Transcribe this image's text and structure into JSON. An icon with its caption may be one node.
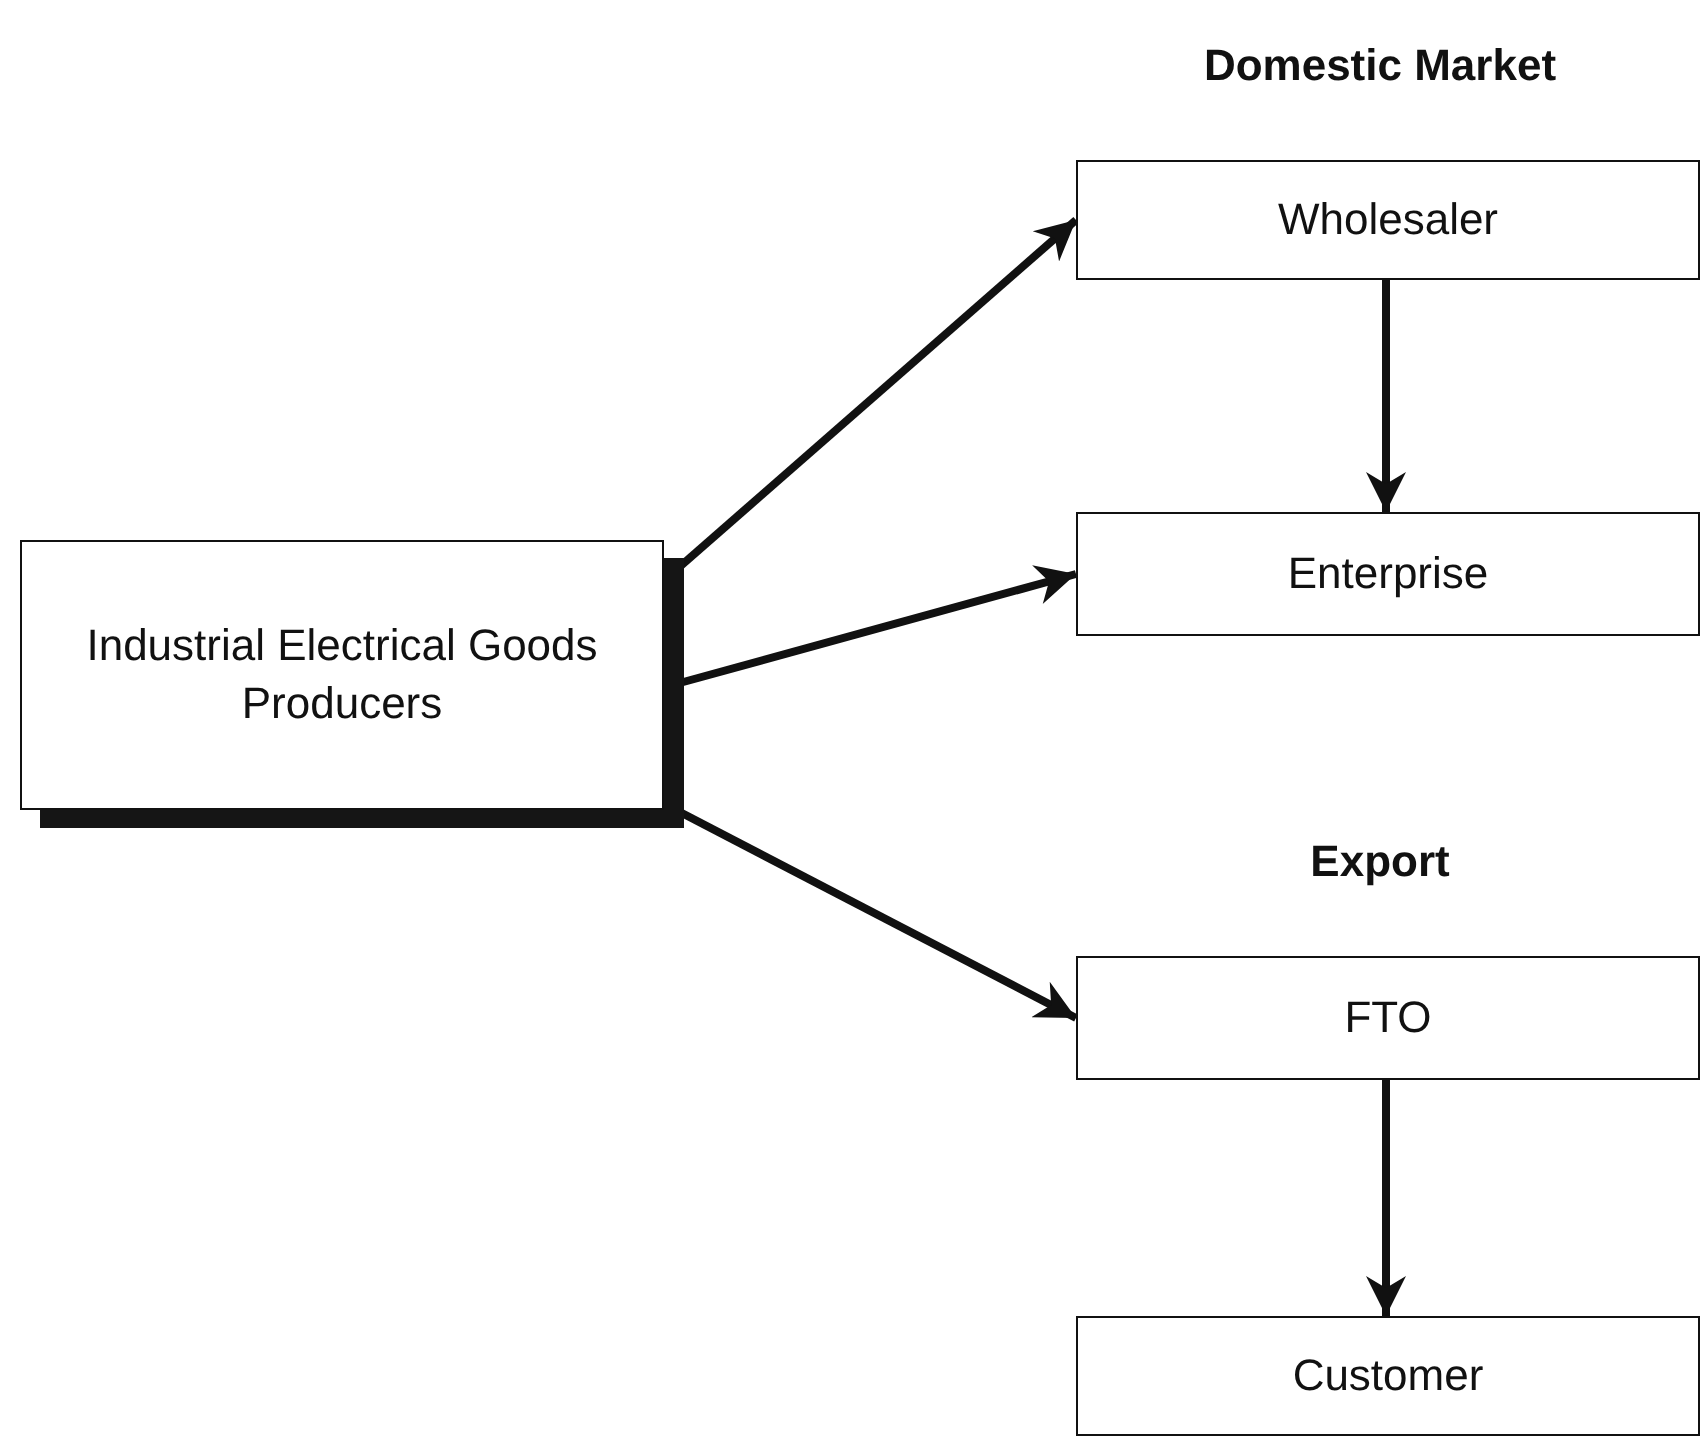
{
  "diagram": {
    "nodes": [
      {
        "text": [
          "Industrial Electrical Goods Producers"
        ]
      },
      {
        "text": [
          "Wholesaler"
        ]
      },
      {
        "text": [
          "Enterprise"
        ]
      },
      {
        "text": [
          "FTO"
        ]
      },
      {
        "text": [
          "Customer"
        ]
      }
    ],
    "edges": [
      {
        "from": 0,
        "to": 1,
        "arrow": "to"
      },
      {
        "from": 0,
        "to": 2,
        "arrow": "to"
      },
      {
        "from": 0,
        "to": 3,
        "arrow": "to"
      },
      {
        "from": 1,
        "to": 2,
        "arrow": "to"
      },
      {
        "from": 3,
        "to": 4,
        "arrow": "to"
      }
    ],
    "labels": [
      "Domestic Market",
      "Export"
    ]
  }
}
